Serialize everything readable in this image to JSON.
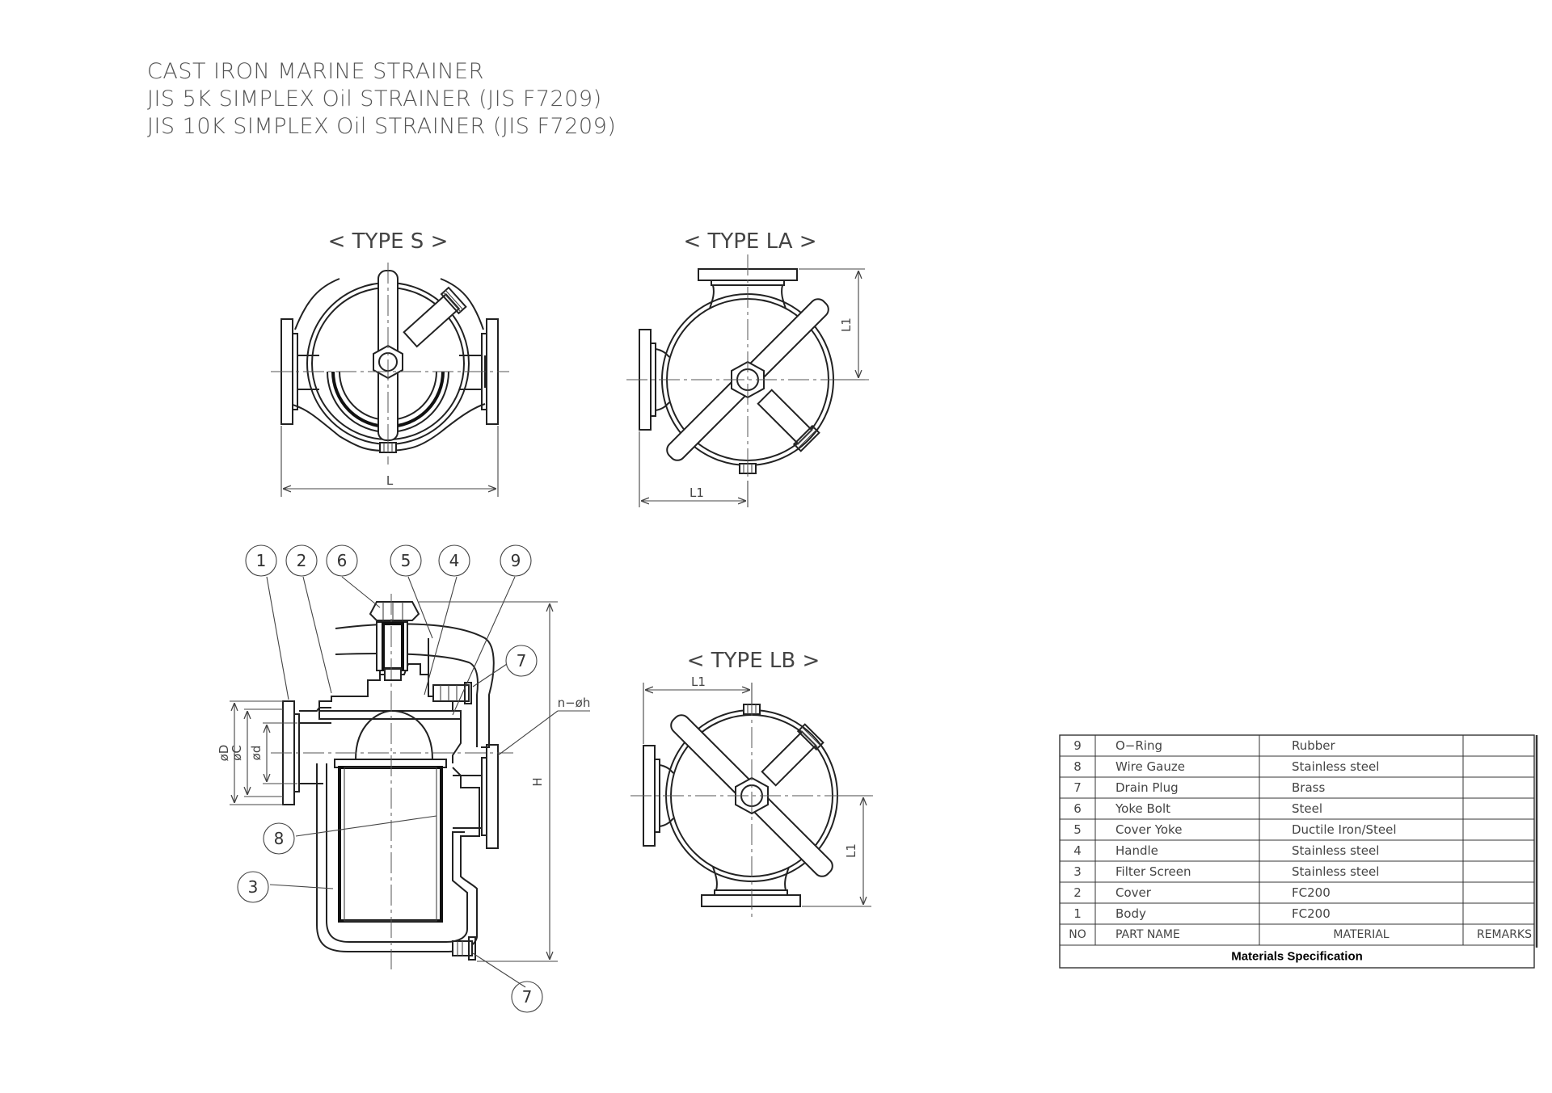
{
  "title": {
    "line1": "CAST IRON MARINE STRAINER",
    "line2": "JIS 5K SIMPLEX Oil STRAINER (JIS F7209)",
    "line3": "JIS 10K SIMPLEX Oil STRAINER (JIS F7209)"
  },
  "views": {
    "type_s": "< TYPE S >",
    "type_la": "< TYPE LA >",
    "type_lb": "< TYPE LB >"
  },
  "dimensions": {
    "l": "L",
    "l1": "L1",
    "h": "H",
    "od_big": "øD",
    "oc": "øC",
    "od_small": "ød",
    "nh": "n−øh"
  },
  "callouts": [
    "1",
    "2",
    "6",
    "5",
    "4",
    "9",
    "7",
    "8",
    "3",
    "7"
  ],
  "table": {
    "caption": "Materials Specification",
    "headers": {
      "no": "NO",
      "part": "PART  NAME",
      "material": "MATERIAL",
      "remarks": "REMARKS"
    },
    "rows": [
      {
        "no": "9",
        "part": "O−Ring",
        "material": "Rubber",
        "remarks": ""
      },
      {
        "no": "8",
        "part": "Wire Gauze",
        "material": "Stainless steel",
        "remarks": ""
      },
      {
        "no": "7",
        "part": "Drain Plug",
        "material": "Brass",
        "remarks": ""
      },
      {
        "no": "6",
        "part": "Yoke Bolt",
        "material": "Steel",
        "remarks": ""
      },
      {
        "no": "5",
        "part": "Cover Yoke",
        "material": "Ductile Iron/Steel",
        "remarks": ""
      },
      {
        "no": "4",
        "part": "Handle",
        "material": "Stainless steel",
        "remarks": ""
      },
      {
        "no": "3",
        "part": "Filter Screen",
        "material": "Stainless steel",
        "remarks": ""
      },
      {
        "no": "2",
        "part": "Cover",
        "material": "FC200",
        "remarks": ""
      },
      {
        "no": "1",
        "part": "Body",
        "material": "FC200",
        "remarks": ""
      }
    ]
  }
}
